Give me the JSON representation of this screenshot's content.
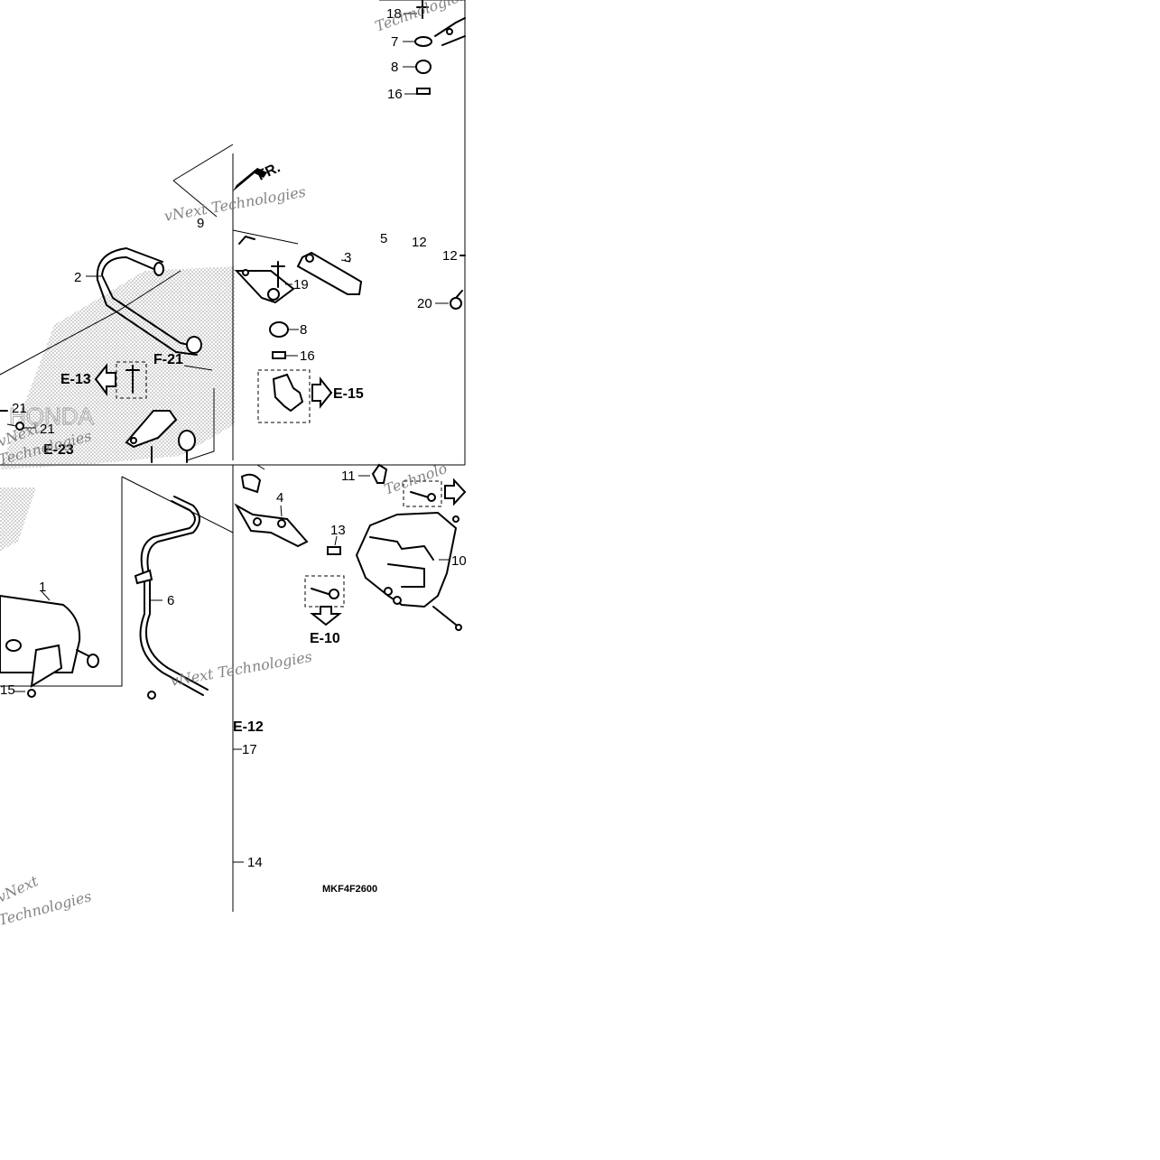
{
  "diagram_code": "MKF4F2600",
  "direction_label": "FR.",
  "part_numbers": {
    "p1": "1",
    "p2": "2",
    "p3": "3",
    "p4": "4",
    "p5": "5",
    "p6": "6",
    "p7": "7",
    "p8a": "8",
    "p8b": "8",
    "p9": "9",
    "p10": "10",
    "p11": "11",
    "p12a": "12",
    "p12b": "12",
    "p13": "13",
    "p14": "14",
    "p15": "15",
    "p16a": "16",
    "p16b": "16",
    "p17": "17",
    "p18": "18",
    "p19": "19",
    "p20": "20",
    "p21a": "21",
    "p21b": "21"
  },
  "references": {
    "e13": "E-13",
    "f21": "F-21",
    "e15": "E-15",
    "e23": "E-23",
    "e10": "E-10",
    "e12": "E-12"
  },
  "watermarks": {
    "w1": "vNext Technologies",
    "w2": "Technologies",
    "w3": "vNext",
    "w4": "Technologies",
    "w5": "vNext Technologies",
    "w6": "Technolo",
    "w7": "vNext",
    "w8": "Technologies"
  },
  "logo_text": "HONDA"
}
